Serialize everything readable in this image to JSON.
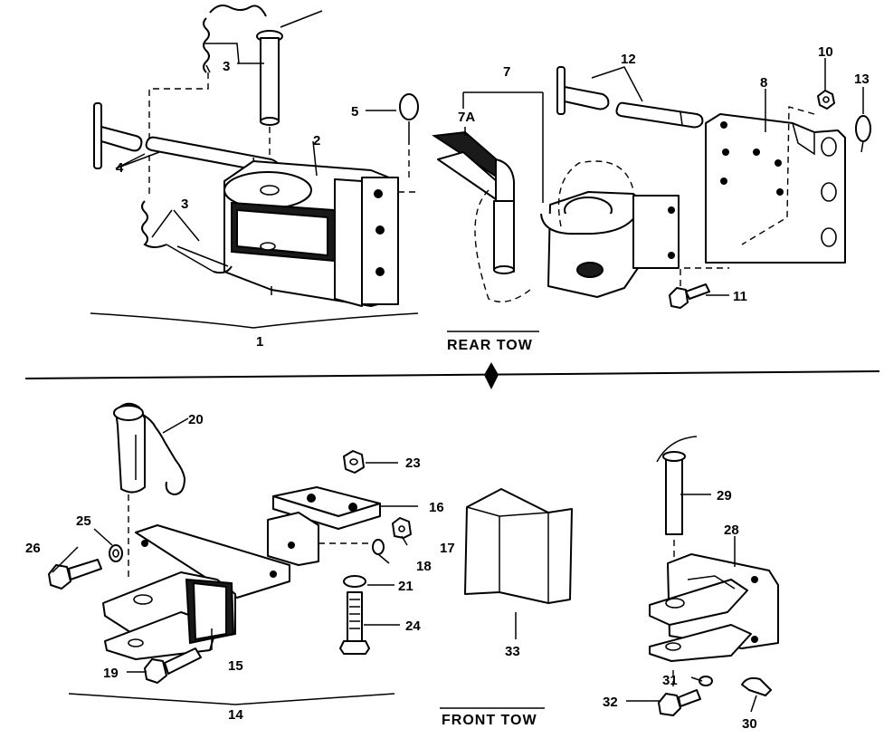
{
  "sections": {
    "rear": "REAR TOW",
    "front": "FRONT TOW"
  },
  "callouts": {
    "c1": "1",
    "c2": "2",
    "c3a": "3",
    "c3b": "3",
    "c4": "4",
    "c5": "5",
    "c7": "7",
    "c7a": "7A",
    "c8": "8",
    "c10": "10",
    "c11": "11",
    "c12": "12",
    "c13": "13",
    "c14": "14",
    "c15": "15",
    "c16": "16",
    "c17": "17",
    "c18": "18",
    "c19": "19",
    "c20": "20",
    "c21": "21",
    "c23": "23",
    "c24": "24",
    "c25": "25",
    "c26": "26",
    "c28": "28",
    "c29": "29",
    "c30": "30",
    "c31": "31",
    "c32": "32",
    "c33": "33"
  },
  "colors": {
    "ink": "#000000",
    "paper": "#ffffff"
  }
}
